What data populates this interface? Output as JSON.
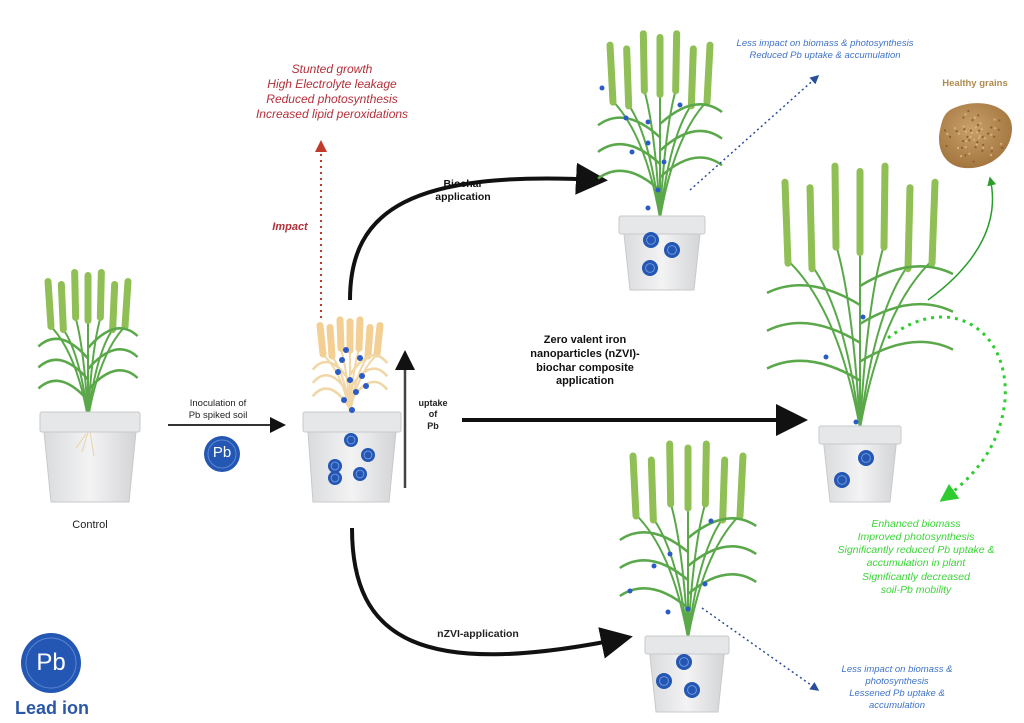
{
  "labels": {
    "control": "Control",
    "inoculation": [
      "Inoculation of",
      "Pb spiked soil"
    ],
    "impact": "Impact",
    "uptake": [
      "uptake",
      "of",
      "Pb"
    ],
    "stress_effects": [
      "Stunted growth",
      "High Electrolyte leakage",
      "Reduced photosynthesis",
      "Increased lipid peroxidations"
    ],
    "biochar_application": [
      "Biochar",
      "application"
    ],
    "nzvi_biochar_application": [
      "Zero valent iron",
      "nanoparticles (nZVI)-",
      "biochar composite",
      "application"
    ],
    "nzvi_application": "nZVI-application",
    "biochar_outcome": [
      "Less impact on biomass & photosynthesis",
      "Reduced Pb uptake & accumulation"
    ],
    "nzvi_outcome": [
      "Less impact on biomass &",
      "photosynthesis",
      "Lessened Pb uptake &",
      "accumulation"
    ],
    "composite_outcome": [
      "Enhanced biomass",
      "Improved photosynthesis",
      "Significantly reduced Pb uptake &",
      "accumulation in plant",
      "Significantly decreased",
      "soil-Pb mobility"
    ],
    "healthy_grains": "Healthy grains",
    "pb_symbol": "Pb"
  },
  "legend": {
    "symbol": "Pb",
    "label": "Lead ion"
  },
  "colors": {
    "impact_red": "#b4303a",
    "outcome_blue": "#3f73c8",
    "outcome_green": "#3ed43a",
    "pb_ion": "#2457b3",
    "wheat_green": "#7fb34a",
    "stressed_wheat": "#f0c98a",
    "grain_brown": "#b98a50"
  }
}
